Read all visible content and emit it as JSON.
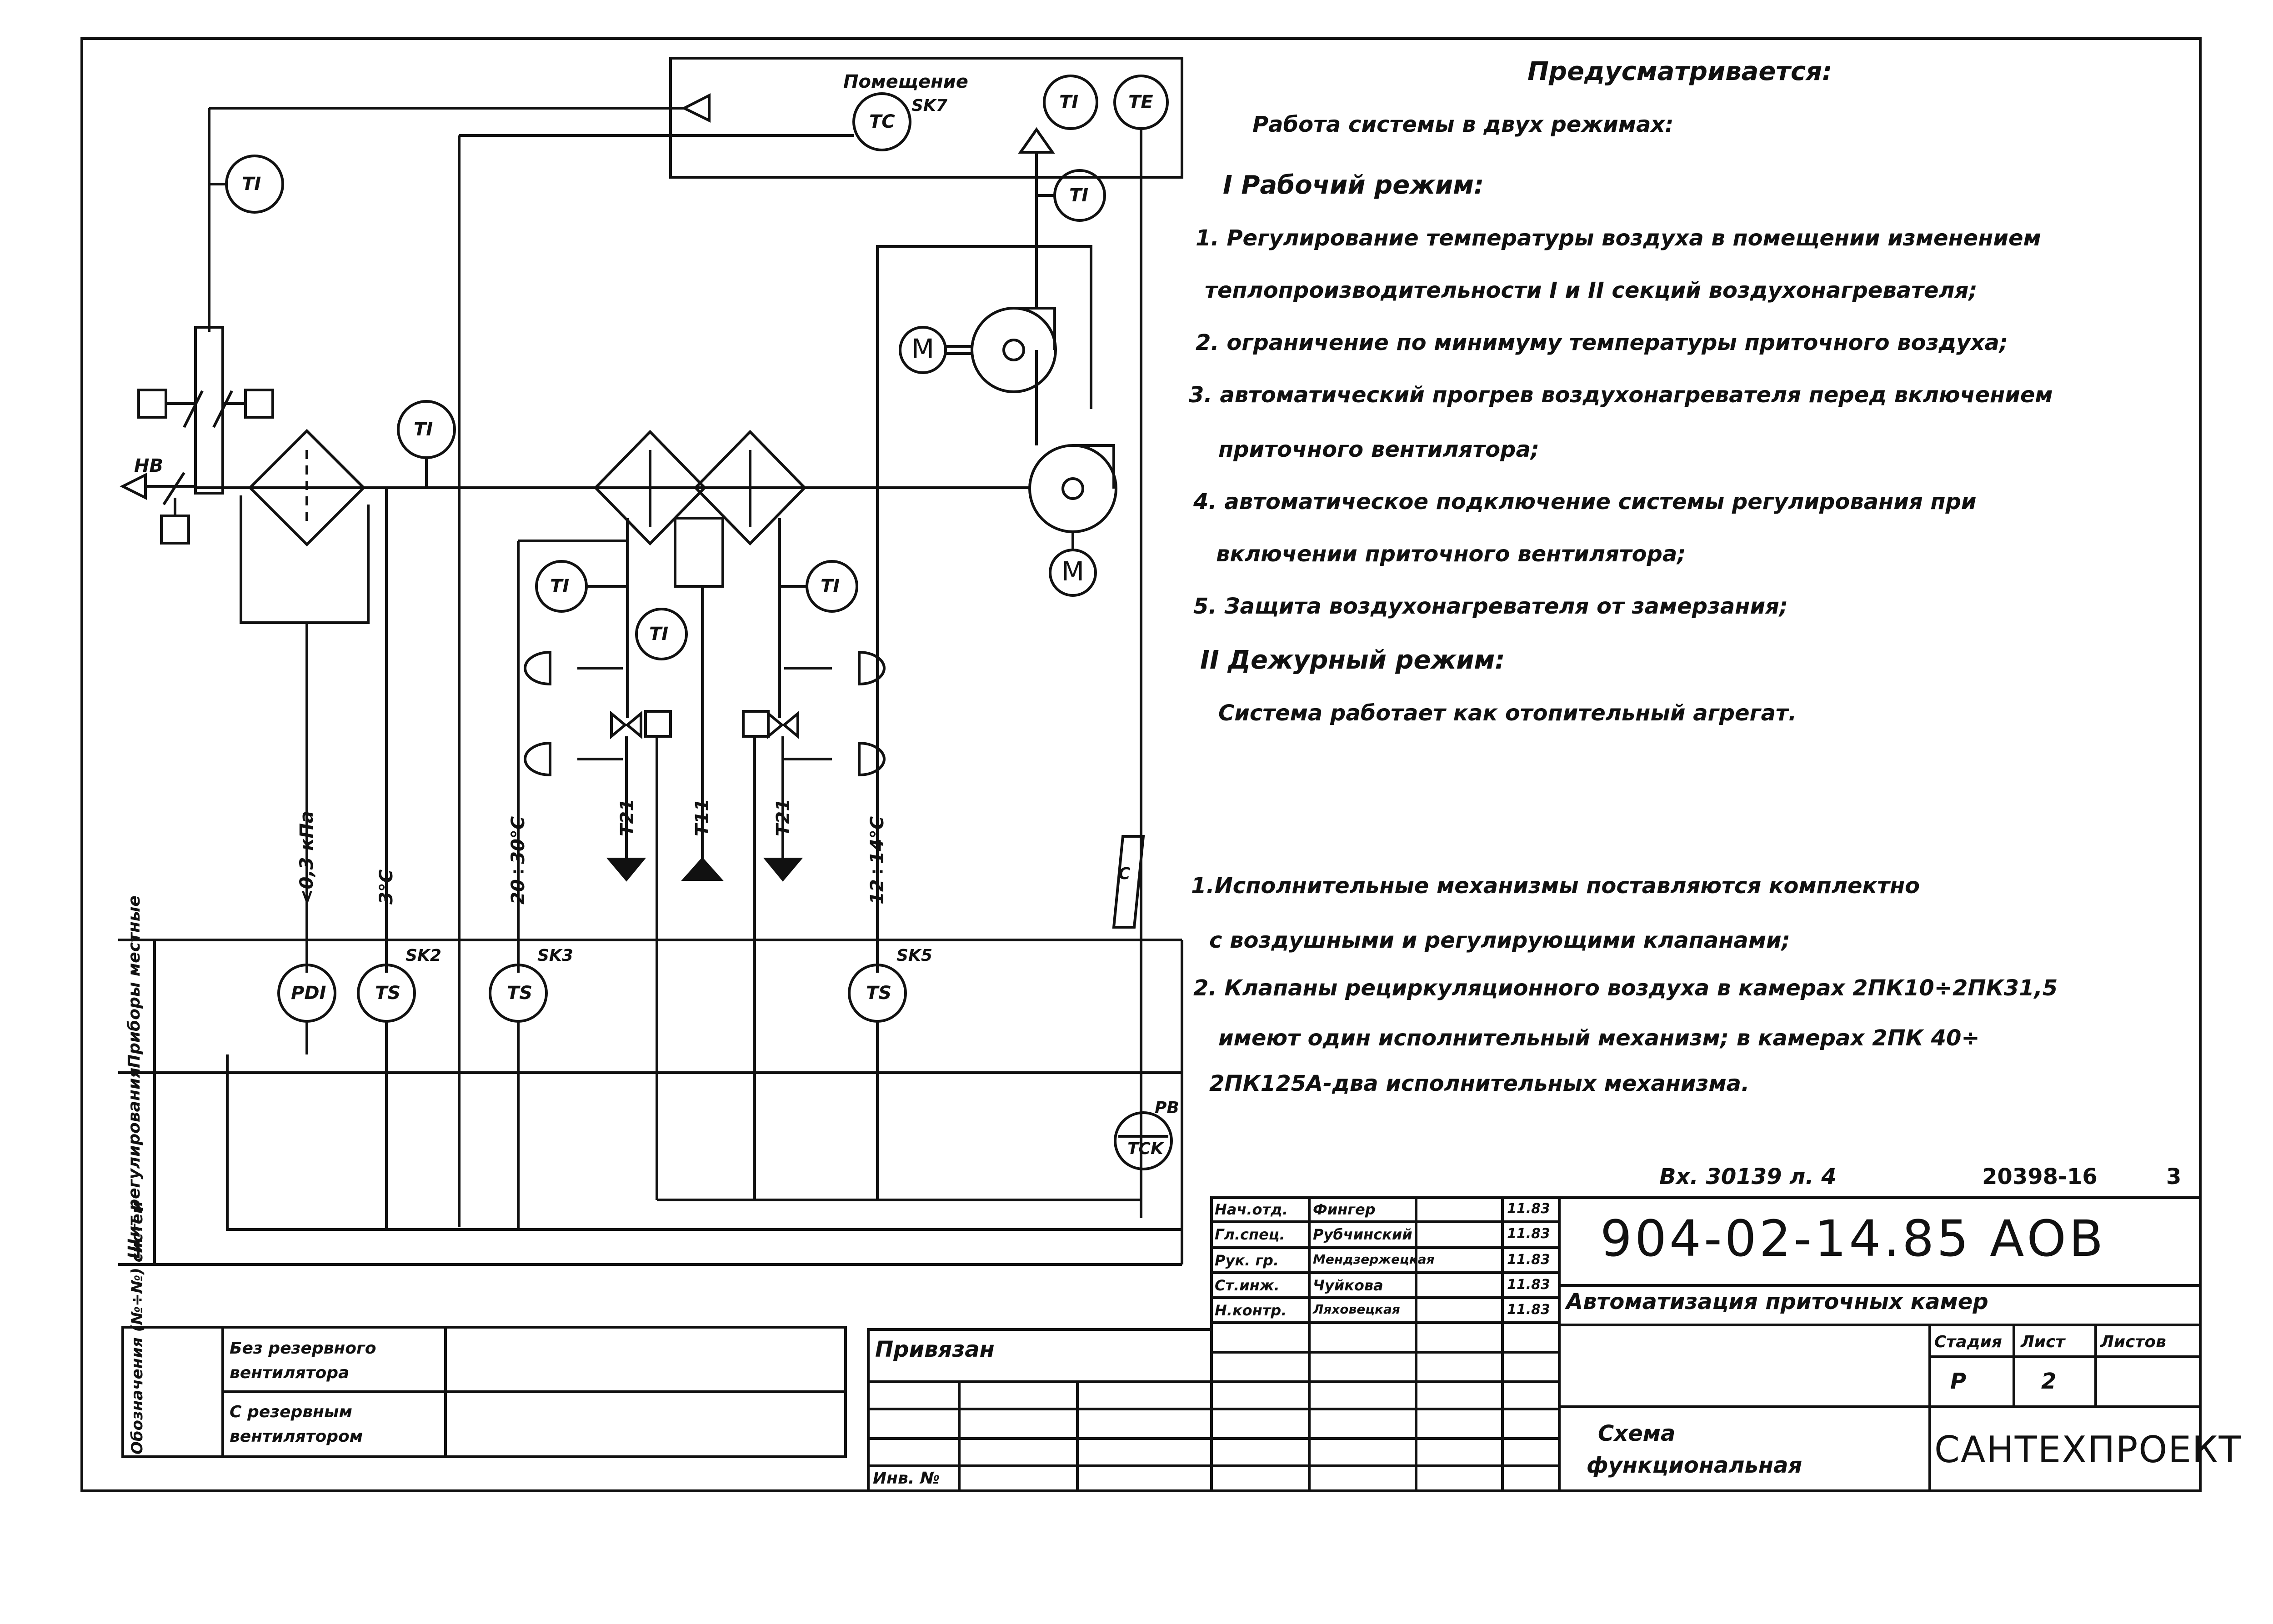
{
  "room": {
    "label": "Помещение",
    "sk7": "SK7",
    "tc": "TC",
    "ti": "TI",
    "te": "TE"
  },
  "diagram": {
    "nv": "НВ",
    "ti": "TI",
    "m": "М",
    "pipes": {
      "t21_left": "Т21",
      "t11": "Т11",
      "t21_right": "Т21"
    },
    "setpoints": {
      "pdi": "<0,3 кПа",
      "ts2": "3°C",
      "ts3": "20÷30°C",
      "ts5": "12÷14°C"
    },
    "devices": {
      "pdi": "PDI",
      "ts": "TS",
      "tck": "TCK",
      "pb": "PB",
      "sk2": "SK2",
      "sk3": "SK3",
      "sk5": "SK5"
    },
    "rows": {
      "local": "Приборы местные",
      "panel": "Щит регулирования"
    },
    "small_box": "С"
  },
  "notes_top": {
    "header": "Предусматривается:",
    "line1": "Работа системы в двух режимах:",
    "mode1": "I Рабочий режим:",
    "item1a": "1. Регулирование температуры воздуха в помещении изменением",
    "item1b": "теплопроизводительности I и II секций воздухонагревателя;",
    "item2": "2. ограничение по минимуму температуры приточного воздуха;",
    "item3a": "3. автоматический прогрев воздухонагревателя перед включением",
    "item3b": "приточного вентилятора;",
    "item4a": "4. автоматическое подключение системы регулирования при",
    "item4b": "включении приточного вентилятора;",
    "item5": "5. Защита воздухонагревателя от замерзания;",
    "mode2": "II Дежурный режим:",
    "mode2_text": "Система работает как отопительный агрегат."
  },
  "notes_bottom": {
    "n1a": "1.Исполнительные механизмы поставляются комплектно",
    "n1b": "с воздушными и регулирующими клапанами;",
    "n2a": "2. Клапаны рециркуляционного воздуха в камерах 2ПК10÷2ПК31,5",
    "n2b": "имеют один исполнительный механизм; в камерах 2ПК 40÷",
    "n2c": "2ПК125А-два исполнительных механизма."
  },
  "title_block": {
    "inv_ref": "Вх. 30139 л. 4",
    "code_ref": "20398-16",
    "sheet_ref": "3",
    "doc_number": "904-02-14.85 АОВ",
    "title": "Автоматизация приточных камер",
    "drawing_name_1": "Схема",
    "drawing_name_2": "функциональная",
    "organization": "САНТЕХПРОЕКТ",
    "stage_label": "Стадия",
    "sheet_label": "Лист",
    "sheets_label": "Листов",
    "stage_value": "Р",
    "sheet_value": "2",
    "signatures": [
      {
        "role": "Нач.отд.",
        "name": "Фингер",
        "date": "11.83"
      },
      {
        "role": "Гл.спец.",
        "name": "Рубчинский",
        "date": "11.83"
      },
      {
        "role": "Рук. гр.",
        "name": "Мендзержецкая",
        "date": "11.83"
      },
      {
        "role": "Ст.инж.",
        "name": "Чуйкова",
        "date": "11.83"
      },
      {
        "role": "Н.контр.",
        "name": "Ляховецкая",
        "date": "11.83"
      }
    ],
    "bound": "Привязан",
    "inv_no": "Инв. №"
  },
  "legend": {
    "axis_label": "Обозначения (№÷№) систем",
    "row1": "Без резервного вентилятора",
    "row2": "С резервным вентилятором"
  }
}
